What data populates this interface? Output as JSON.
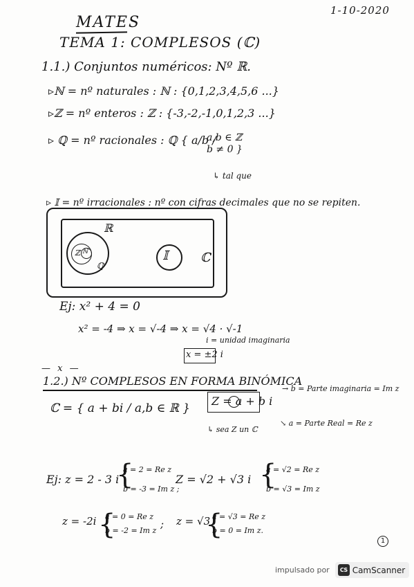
{
  "header": {
    "date": "1-10-2020",
    "subject": "MATES",
    "topic": "TEMA 1: COMPLESOS (ℂ)"
  },
  "section_1": {
    "title": "1.1.) Conjuntos numéricos: Nº ℝ.",
    "naturals": "▹ℕ = nº naturales : ℕ : {0,1,2,3,4,5,6 ...}",
    "integers": "▹ℤ = nº enteros : ℤ : {-3,-2,-1,0,1,2,3 ...}",
    "rationals": "▹ ℚ = nº racionales : ℚ { a/b /",
    "rationals_cond1": "a,b ∈ ℤ",
    "rationals_cond2": "b ≠ 0 }",
    "tal_que": "↳ tal que",
    "irrationals": "▹ 𝕀 = nº irracionales : nº con cifras decimales que no se repiten.",
    "diagram": {
      "R": "ℝ",
      "Z": "ℤ",
      "N": "ℕ",
      "Q": "ℚ",
      "I": "𝕀",
      "C": "ℂ"
    }
  },
  "example_1": {
    "line1": "Ej:  x² + 4 = 0",
    "line2": "x² = -4  ⇒  x = √-4  ⇒  x = √4 · √-1",
    "note": "i = unidad imaginaria",
    "result": "x = ±2 i"
  },
  "separator": "— x —",
  "section_2": {
    "title": "1.2.) Nº COMPLESOS EN FORMA BINÓMICA",
    "definition": "ℂ = { a + bi / a,b ∈ ℝ }",
    "z_form": "Z = a + b i",
    "imag_note": "→ b = Parte imaginaria = Im z",
    "real_note": "↘ a = Parte Real = Re z",
    "z_in_c": "↳ sea Z un ℂ"
  },
  "examples_2": {
    "e1": "Ej:  z = 2 - 3 i",
    "e1_a": "a = 2 = Re z",
    "e1_b": "b = -3 = Im z ;",
    "e2": "Z = √2 + √3 i",
    "e2_a": "a = √2 = Re z",
    "e2_b": "b = √3 = Im z",
    "e3": "z = -2i",
    "e3_a": "a = 0 = Re z",
    "e3_b": "b = -2 = Im z",
    "e3_sep": ";",
    "e4": "z = √3",
    "e4_a": "a = √3 = Re z",
    "e4_b": "b = 0 = Im z."
  },
  "page_number": "1",
  "watermark": {
    "by": "impulsado por",
    "logo": "CS",
    "name": "CamScanner"
  }
}
